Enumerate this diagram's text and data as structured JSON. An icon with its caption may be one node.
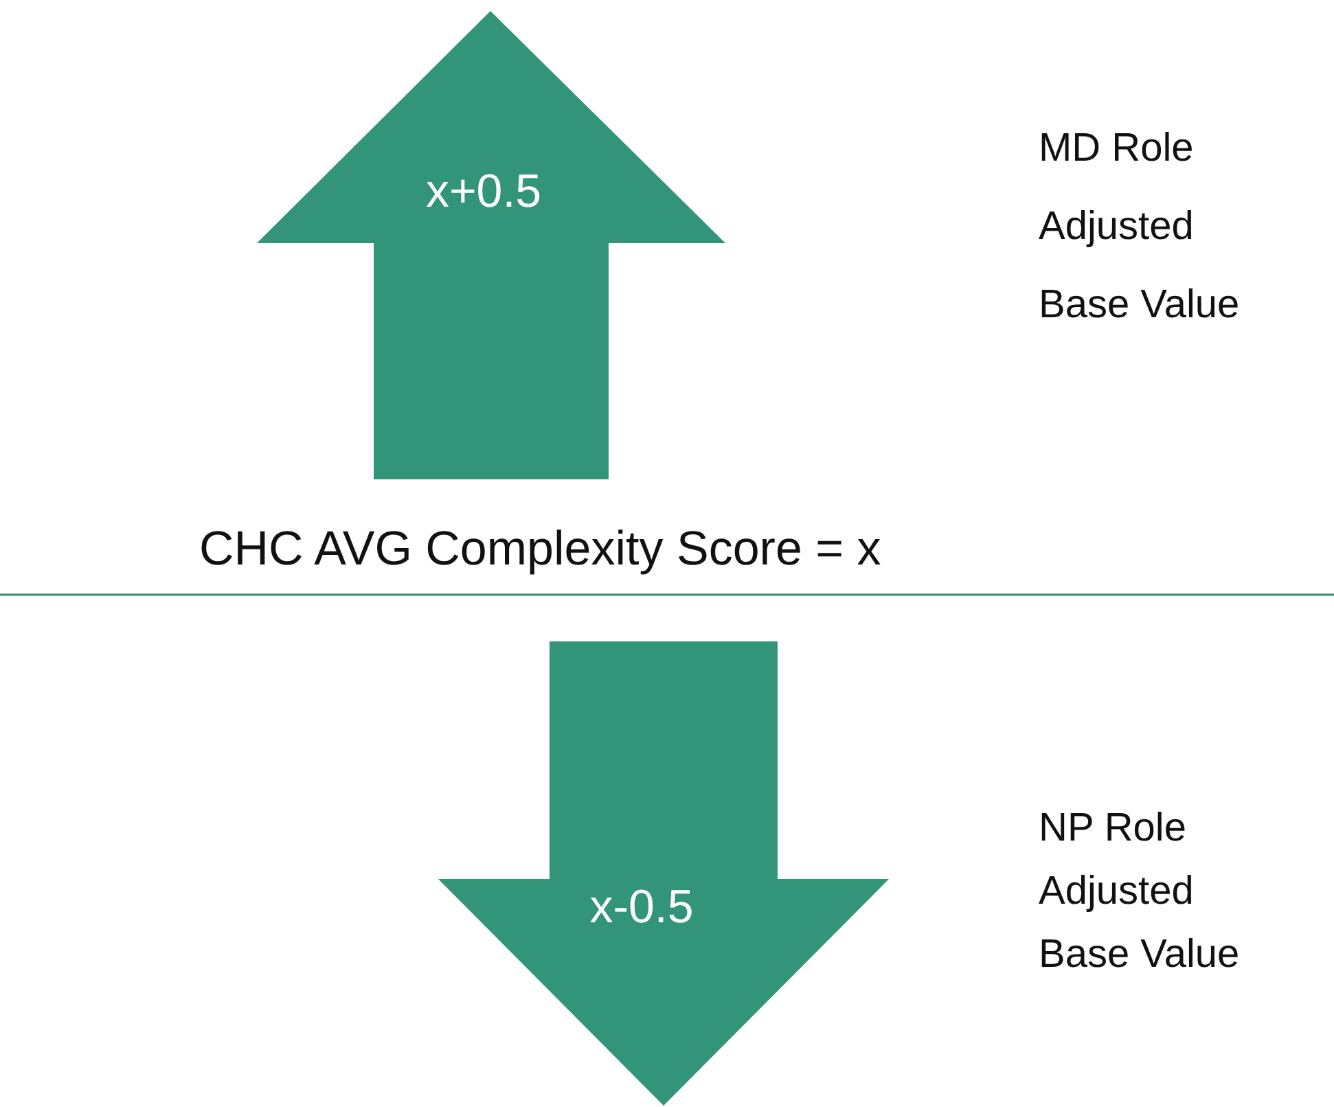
{
  "diagram": {
    "nodes": [
      {
        "text": [
          "x+0.5"
        ]
      },
      {
        "text": [
          "x-0.5"
        ]
      }
    ],
    "labels": [
      "MD Role Adjusted Base Value",
      "CHC AVG Complexity Score = x",
      "NP Role Adjusted Base Value"
    ]
  }
}
